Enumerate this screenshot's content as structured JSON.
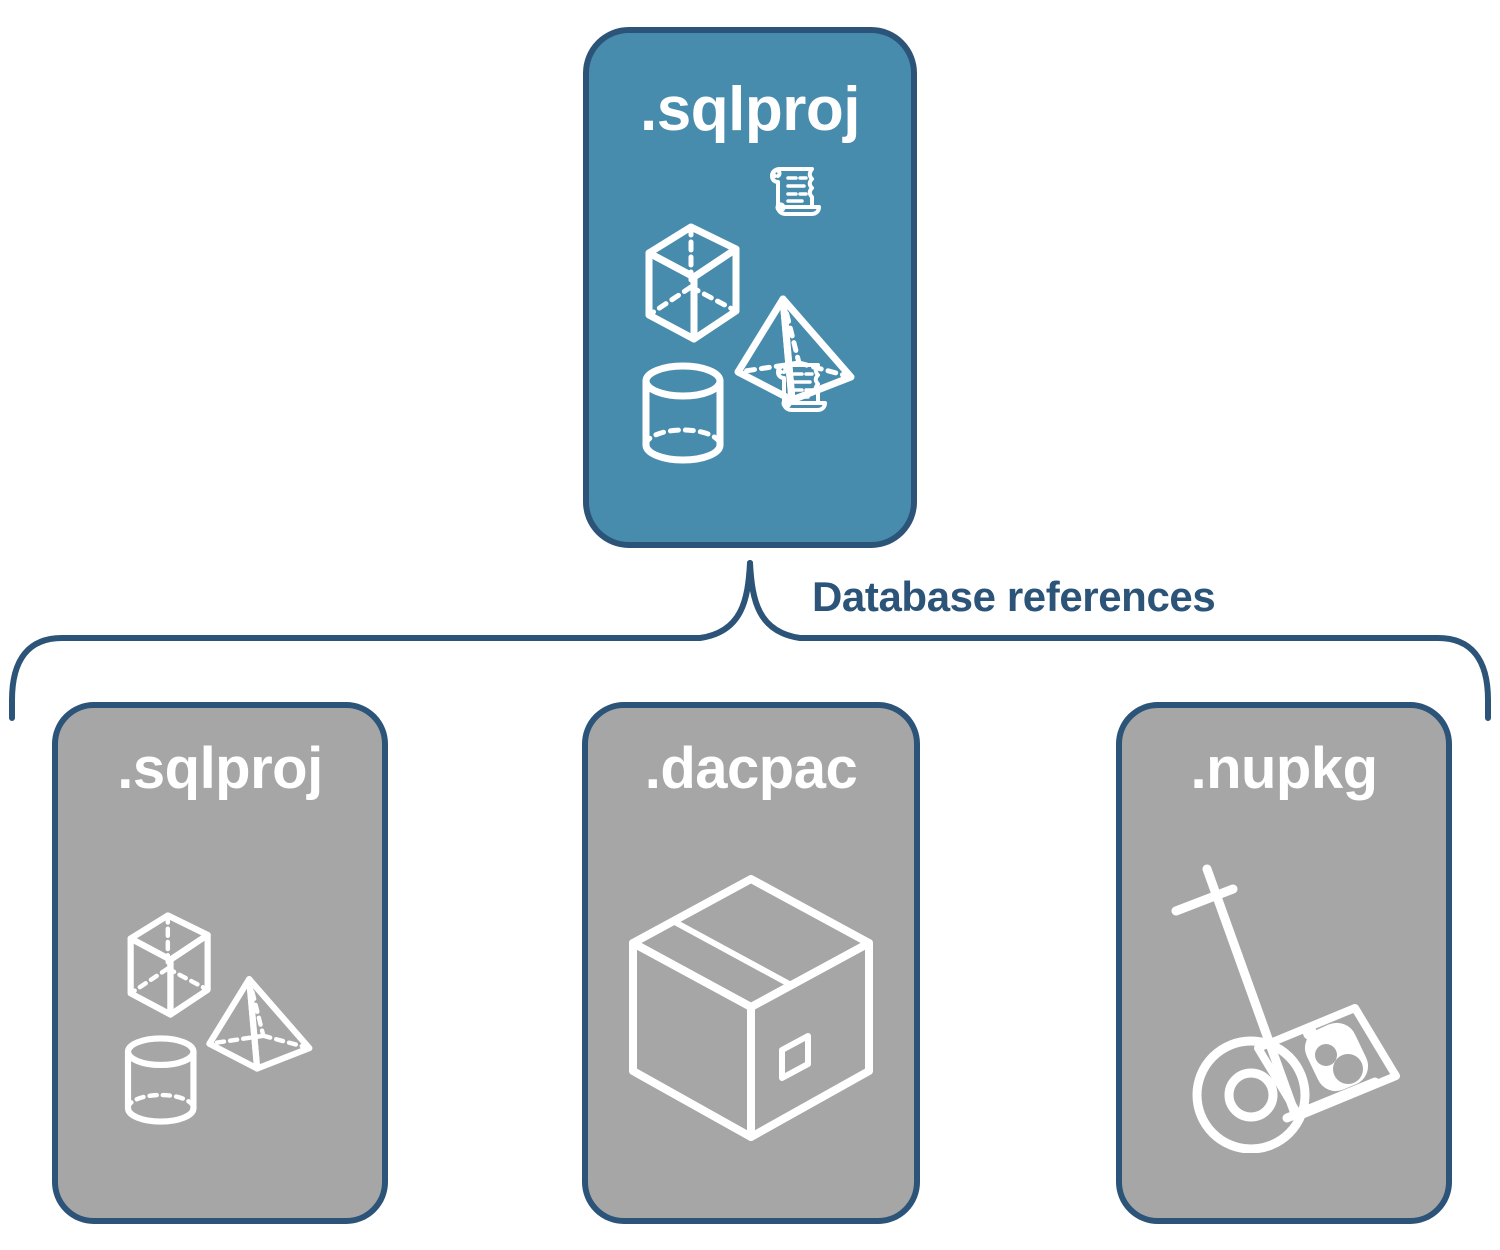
{
  "diagram": {
    "title_text": "Database references",
    "colors": {
      "primary_card_fill": "#488cad",
      "reference_card_fill": "#a6a6a6",
      "border": "#2b5478",
      "label_text": "#2b5478",
      "icon_stroke": "#ffffff",
      "background": "#ffffff"
    }
  },
  "primary": {
    "label": ".sqlproj",
    "icons": [
      "wireframe-cube-icon",
      "wireframe-pyramid-icon",
      "wireframe-cylinder-icon",
      "scroll-icon",
      "scroll-icon"
    ]
  },
  "connector": {
    "label": "Database references",
    "style": "curly-brace"
  },
  "references": [
    {
      "label": ".sqlproj",
      "icons": [
        "wireframe-cube-icon",
        "wireframe-pyramid-icon",
        "wireframe-cylinder-icon"
      ]
    },
    {
      "label": ".dacpac",
      "icons": [
        "shipping-box-icon"
      ]
    },
    {
      "label": ".nupkg",
      "icons": [
        "hand-truck-icon",
        "nuget-package-icon"
      ]
    }
  ]
}
